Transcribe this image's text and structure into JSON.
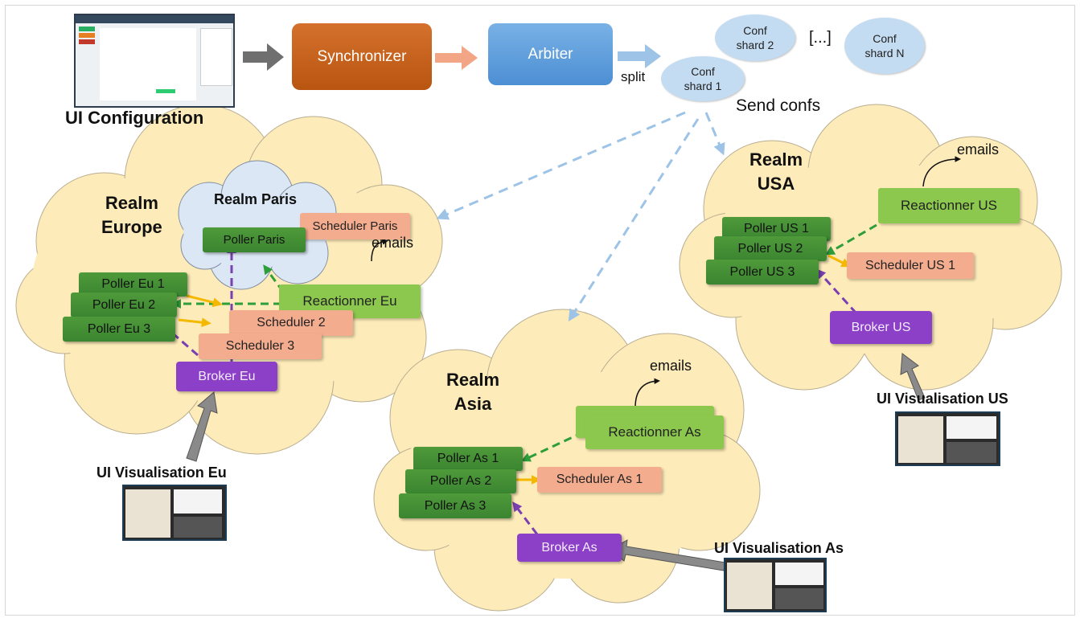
{
  "top": {
    "ui_configuration": "UI Configuration",
    "synchronizer": "Synchronizer",
    "arbiter": "Arbiter",
    "split": "split",
    "send_confs": "Send confs",
    "ellipsis": "[...]",
    "shards": [
      {
        "line1": "Conf",
        "line2": "shard 1"
      },
      {
        "line1": "Conf",
        "line2": "shard 2"
      },
      {
        "line1": "Conf",
        "line2": "shard N"
      }
    ]
  },
  "europe": {
    "title1": "Realm",
    "title2": "Europe",
    "pollers": [
      "Poller Eu 1",
      "Poller  Eu 2",
      "Poller  Eu 3"
    ],
    "schedulers": [
      "Scheduler  2",
      "Scheduler  3"
    ],
    "reactionner": "Reactionner Eu",
    "broker": "Broker Eu",
    "ui": "UI Visualisation Eu"
  },
  "paris": {
    "title": "Realm Paris",
    "poller": "Poller Paris",
    "scheduler": "Scheduler Paris",
    "emails": "emails"
  },
  "usa": {
    "title1": "Realm",
    "title2": "USA",
    "emails": "emails",
    "reactionner": "Reactionner US",
    "pollers": [
      "Poller US 1",
      "Poller  US 2",
      "Poller  US 3"
    ],
    "scheduler": "Scheduler US 1",
    "broker": "Broker US",
    "ui": "UI Visualisation US"
  },
  "asia": {
    "title1": "Realm",
    "title2": "Asia",
    "emails": "emails",
    "reactionner": "Reactionner As",
    "pollers": [
      "Poller As 1",
      "Poller  As 2",
      "Poller  As 3"
    ],
    "scheduler": "Scheduler As 1",
    "broker": "Broker As",
    "ui": "UI Visualisation As"
  },
  "colors": {
    "cloud_fill": "#fdebb9",
    "paris_cloud_fill": "#dbe7f5",
    "poller": "#3f8d33",
    "reactionner": "#8cc84e",
    "scheduler": "#f4ac8f",
    "broker": "#8c3fc7",
    "synchronizer": "#c4611e",
    "arbiter": "#5f9edc",
    "dashed_blue": "#9dc3e6",
    "arrow_green": "#2e9e3a",
    "arrow_yellow": "#f5b800",
    "arrow_purple": "#7a3fb0"
  }
}
